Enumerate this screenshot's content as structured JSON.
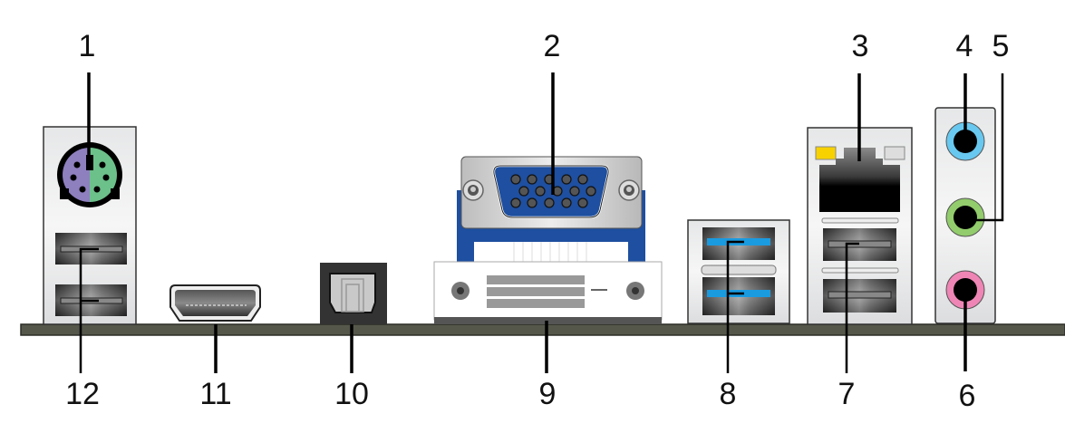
{
  "title": "Rear panel connectors",
  "callouts": [
    {
      "id": "1",
      "label": "1",
      "connector": "PS/2 keyboard/mouse combo port",
      "position": "top"
    },
    {
      "id": "2",
      "label": "2",
      "connector": "VGA port",
      "position": "top"
    },
    {
      "id": "3",
      "label": "3",
      "connector": "LAN (RJ-45) port",
      "position": "top"
    },
    {
      "id": "4",
      "label": "4",
      "connector": "Line In port (light blue)",
      "position": "top"
    },
    {
      "id": "5",
      "label": "5",
      "connector": "Line Out port (lime)",
      "position": "top"
    },
    {
      "id": "6",
      "label": "6",
      "connector": "Microphone port (pink)",
      "position": "bottom"
    },
    {
      "id": "7",
      "label": "7",
      "connector": "USB 2.0 ports",
      "position": "bottom"
    },
    {
      "id": "8",
      "label": "8",
      "connector": "USB 3.0 ports",
      "position": "bottom"
    },
    {
      "id": "9",
      "label": "9",
      "connector": "DVI-D port",
      "position": "bottom"
    },
    {
      "id": "10",
      "label": "10",
      "connector": "Optical S/PDIF out port",
      "position": "bottom"
    },
    {
      "id": "11",
      "label": "11",
      "connector": "HDMI port",
      "position": "bottom"
    },
    {
      "id": "12",
      "label": "12",
      "connector": "USB 2.0 ports",
      "position": "bottom"
    }
  ],
  "colors": {
    "board": "#55574a",
    "ps2_mouse": "#8e7fbf",
    "ps2_keyboard": "#6cc08a",
    "vga_blue": "#1e4fa0",
    "usb3_blue": "#1a9be0",
    "lan_led_yellow": "#f7d200",
    "audio_line_in": "#68c8ef",
    "audio_line_out": "#92cc6c",
    "audio_mic": "#ee85b5",
    "bracket_gray": "#e2e3e4"
  }
}
